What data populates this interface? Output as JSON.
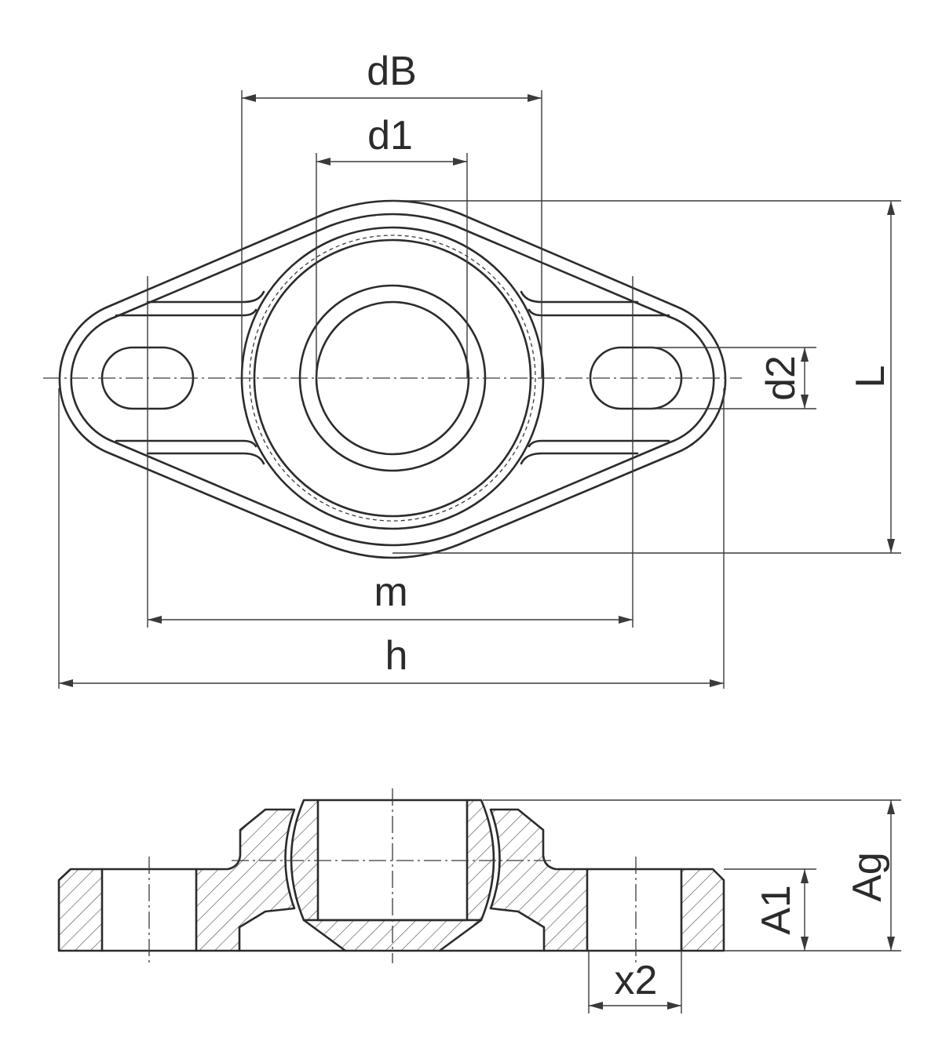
{
  "labels": {
    "dB": "dB",
    "d1": "d1",
    "d2": "d2",
    "L": "L",
    "m": "m",
    "h": "h",
    "Ag": "Ag",
    "A1": "A1",
    "x2": "x2"
  },
  "colors": {
    "line": "#2b2b2b",
    "background": "#ffffff"
  }
}
